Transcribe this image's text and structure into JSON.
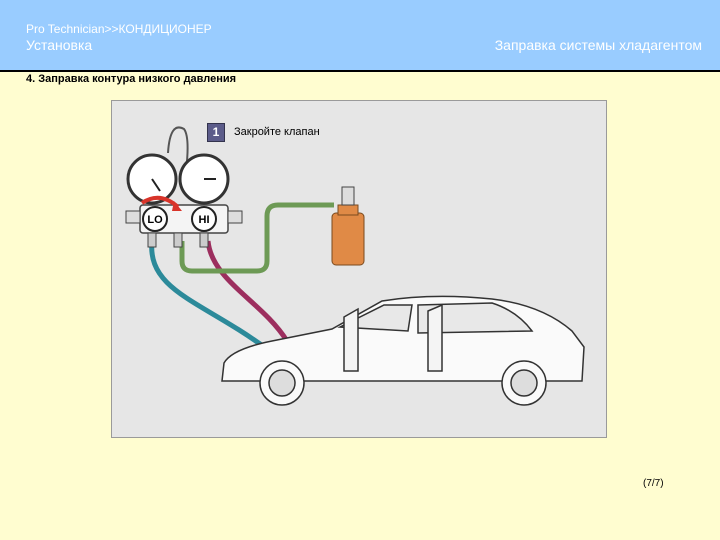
{
  "header": {
    "breadcrumb": "Pro  Technician>>КОНДИЦИОНЕР",
    "section": "Установка",
    "topic": "Заправка системы хладагентом"
  },
  "content": {
    "step_title": "4. Заправка контура низкого давления",
    "figure": {
      "step_number": "1",
      "callout": "Закройте клапан",
      "gauge_labels": {
        "low": "LO",
        "high": "HI"
      }
    }
  },
  "footer": {
    "page_indicator": "(7/7)"
  },
  "colors": {
    "header_bg": "#99ccff",
    "page_bg": "#fffdd0",
    "low_hose": "#2c8a9a",
    "high_hose": "#9c2e5e",
    "charge_hose": "#6d9a55",
    "canister": "#e08a46",
    "arrow": "#d8342a"
  }
}
